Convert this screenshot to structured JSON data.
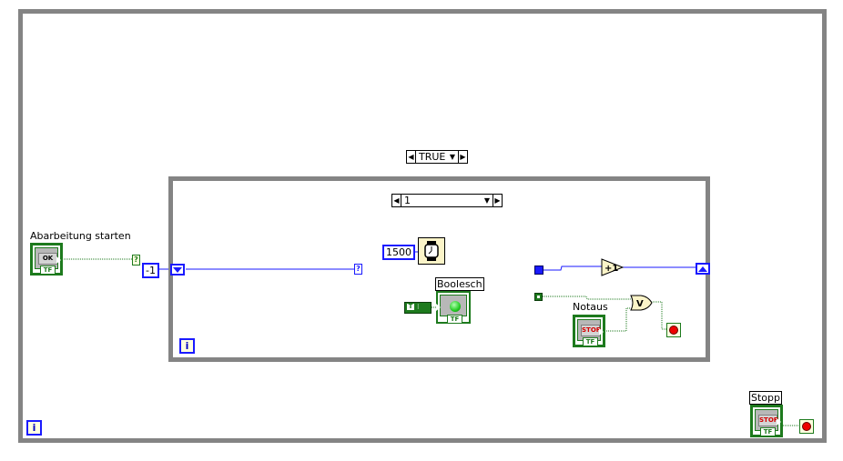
{
  "diagram": {
    "outer_loop": {
      "type": "while-loop",
      "iteration_label": "i"
    },
    "outer_case": {
      "type": "case-structure",
      "selector_value": "TRUE"
    },
    "inner_loop": {
      "type": "while-loop",
      "iteration_label": "i"
    },
    "inner_case": {
      "type": "case-structure",
      "selector_value": "1"
    },
    "controls": {
      "start": {
        "label": "Abarbeitung starten",
        "button_text": "OK",
        "tf_text": "TF"
      },
      "notaus": {
        "label": "Notaus",
        "button_text": "STOP",
        "tf_text": "TF"
      },
      "stopp": {
        "label": "Stopp",
        "button_text": "STOP",
        "tf_text": "TF"
      }
    },
    "indicators": {
      "boolesch": {
        "label": "Boolesch",
        "tf_text": "TF"
      }
    },
    "constants": {
      "shift_init": "-1",
      "wait_ms": "1500",
      "bool_const": "T"
    },
    "nodes": {
      "increment": "+1",
      "or_gate": "V",
      "case_selector_tunnel": "?",
      "inner_selector_tunnel": "?"
    },
    "colors": {
      "loop_border": "#848484",
      "numeric_wire": "#1a1aff",
      "boolean_wire": "#1d7a1d",
      "stop_red": "#ee0000",
      "node_fill": "#fbf4c8"
    }
  }
}
